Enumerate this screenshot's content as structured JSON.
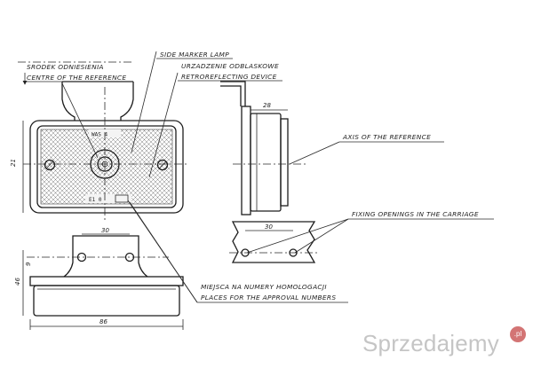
{
  "labels": {
    "reference_centre_pl": "SRODEK ODNIESIENIA",
    "reference_centre_en": "CENTRE OF THE REFERENCE",
    "side_marker_lamp": "SIDE MARKER LAMP",
    "retroreflecting_pl": "URZADZENIE ODBLASKOWE",
    "retroreflecting_en": "RETROREFLECTING DEVICE",
    "axis_of_reference": "AXIS OF THE REFERENCE",
    "fixing_openings": "FIXING OPENINGS IN THE CARRIAGE",
    "approval_places_pl": "MIEJSCA NA NUMERY HOMOLOGACJI",
    "approval_places_en": "PLACES FOR THE APPROVAL NUMBERS"
  },
  "dimensions": {
    "side_depth": "28",
    "front_height": "21",
    "hole_spacing_bottom": "30",
    "hole_spacing_carriage": "30",
    "mount_height": "9",
    "overall_height": "46",
    "overall_width": "86"
  },
  "lens_marking": "WAS 4",
  "approval_mark": "E1 0",
  "watermark": {
    "text": "Sprzedajemy",
    "badge": ".pl"
  }
}
